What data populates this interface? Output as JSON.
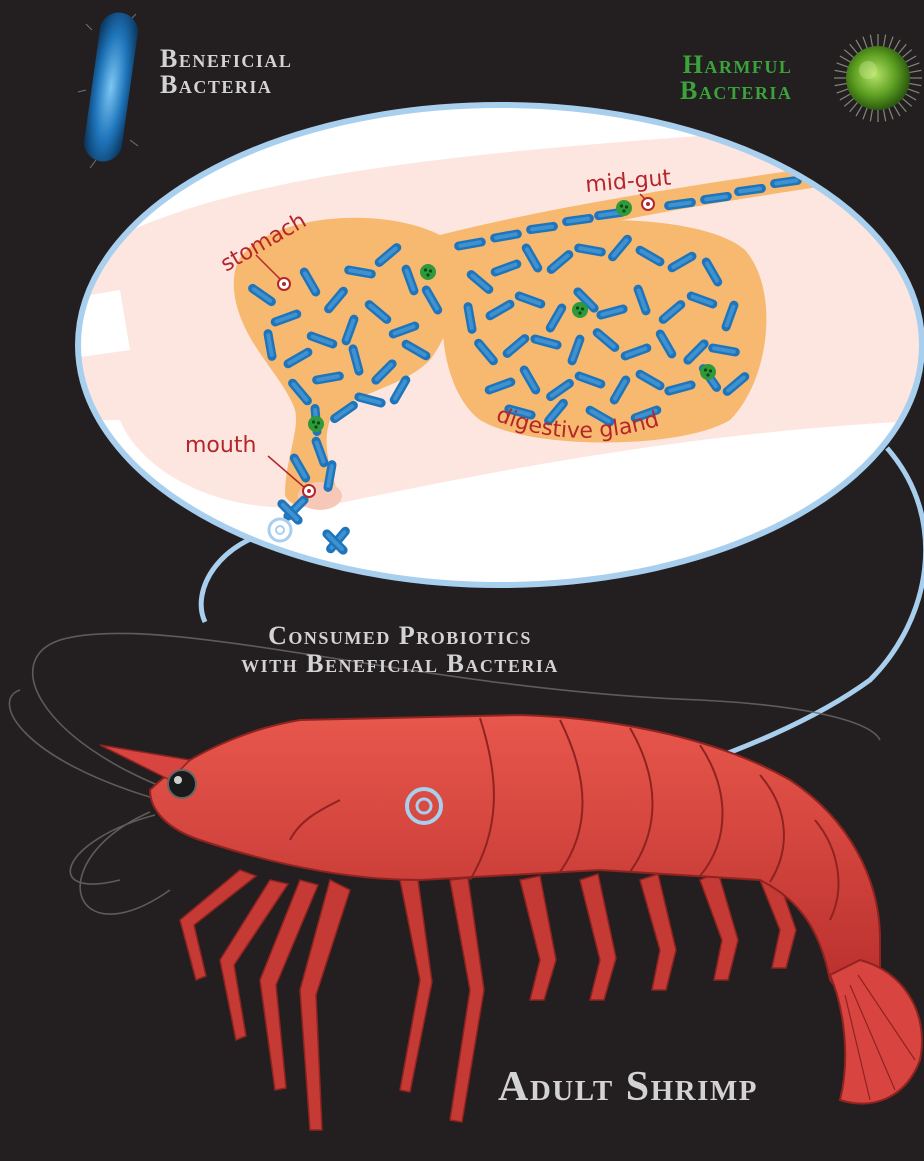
{
  "legend": {
    "beneficial": [
      "Beneficial",
      "Bacteria"
    ],
    "harmful": [
      "Harmful",
      "Bacteria"
    ]
  },
  "inset": {
    "labels": {
      "stomach": "stomach",
      "mid_gut": "mid-gut",
      "mouth": "mouth",
      "digestive_gland": "digestive gland"
    }
  },
  "callouts": {
    "probiotics": [
      "Consumed Probiotics",
      "with Beneficial Bacteria"
    ],
    "adult": "Adult Shrimp"
  },
  "colors": {
    "background": "#231f20",
    "beneficial": "#1f75bb",
    "harmful": "#2f9a3c",
    "gut": "#f7b96f",
    "label": "#b5262b",
    "shrimp": "#d8443f",
    "connector": "#a9cfee"
  }
}
